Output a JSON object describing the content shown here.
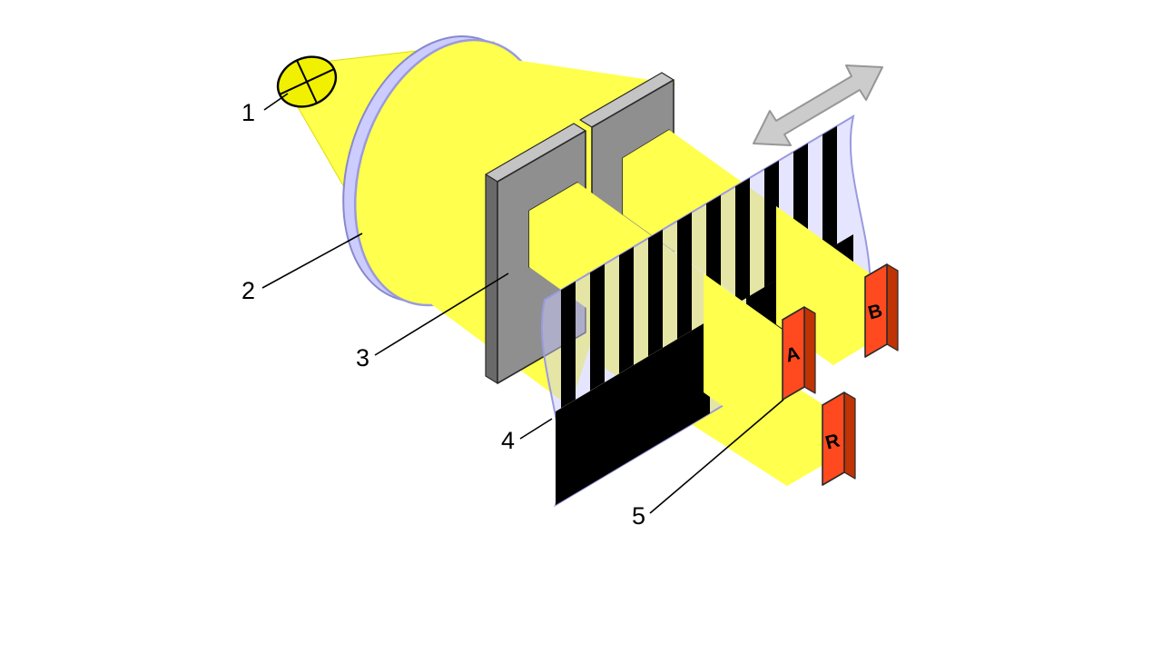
{
  "figure": {
    "callouts": [
      {
        "text": "1"
      },
      {
        "text": "2"
      },
      {
        "text": "3"
      },
      {
        "text": "4"
      },
      {
        "text": "5"
      }
    ],
    "detectors": [
      {
        "label": "A"
      },
      {
        "label": "B"
      },
      {
        "label": "R"
      }
    ],
    "colors": {
      "light": "#ffff4d",
      "bulb": "#f0f000",
      "film": "#ccccff",
      "mask": "#8f8f8f",
      "mask_top": "#c4c4c4",
      "mask_side": "#6a6a6a",
      "detector": "#ff4a1f",
      "detector_side": "#bf3305",
      "detector_top": "#ff8355",
      "stripe": "#000000",
      "arrow": "#cccccc"
    }
  }
}
